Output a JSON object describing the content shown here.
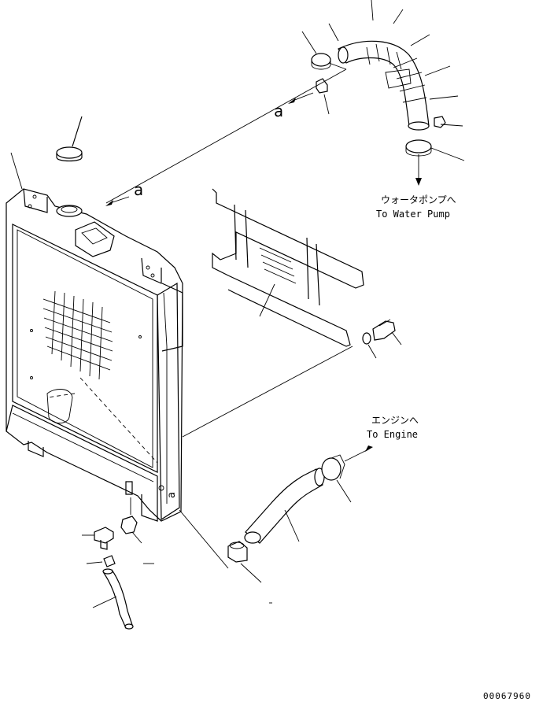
{
  "labels": {
    "ref_a_top": "a",
    "ref_a_mid": "a",
    "ref_a_low": "a",
    "water_pump_jp": "ウォータポンプへ",
    "water_pump_en": "To Water Pump",
    "engine_jp": "エンジンへ",
    "engine_en": "To Engine",
    "drawing_number": "00067960"
  },
  "icons": {
    "arrow": "arrow-icon",
    "radiator": "radiator-icon",
    "hose": "hose-icon",
    "clamp": "clamp-icon",
    "cap": "radiator-cap-icon",
    "bolt": "bolt-icon",
    "bracket": "bracket-icon"
  }
}
